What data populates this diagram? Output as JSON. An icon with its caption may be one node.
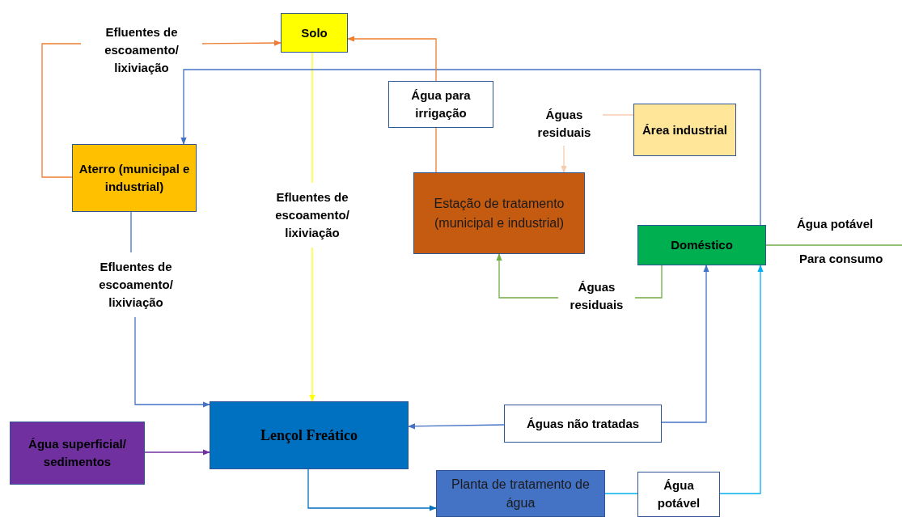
{
  "diagram": {
    "nodes": [
      {
        "text": [
          "Solo"
        ]
      },
      {
        "text": [
          "Efluentes de escoamento/ lixiviação"
        ]
      },
      {
        "text": [
          "Aterro (municipal e industrial)"
        ]
      },
      {
        "text": [
          "Água para irrigação"
        ]
      },
      {
        "text": [
          "Águas residuais"
        ]
      },
      {
        "text": [
          "Área industrial"
        ]
      },
      {
        "text": [
          "Estação de tratamento (municipal e industrial)"
        ]
      },
      {
        "text": [
          "Efluentes de escoamento/ lixiviação"
        ]
      },
      {
        "text": [
          "Doméstico"
        ]
      },
      {
        "text": [
          "Efluentes de escoamento/ lixiviação"
        ]
      },
      {
        "text": [
          "Águas residuais"
        ]
      },
      {
        "text": [
          "Lençol Freático"
        ]
      },
      {
        "text": [
          "Água superficial/ sedimentos"
        ]
      },
      {
        "text": [
          "Águas não tratadas"
        ]
      },
      {
        "text": [
          "Planta de tratamento de água"
        ]
      },
      {
        "text": [
          "Água potável"
        ]
      }
    ],
    "edges": [
      {
        "from": 2,
        "to": 1,
        "arrow": "none",
        "color": "#ed7d31"
      },
      {
        "from": 1,
        "to": 0,
        "arrow": "to",
        "color": "#ed7d31"
      },
      {
        "from": 0,
        "to": 7,
        "arrow": "none",
        "color": "#ffff00"
      },
      {
        "from": 7,
        "to": 11,
        "arrow": "to",
        "color": "#ffff00"
      },
      {
        "from": 8,
        "to": 2,
        "arrow": "to"
      },
      {
        "from": 2,
        "to": 9,
        "arrow": "none"
      },
      {
        "from": 9,
        "to": 11,
        "arrow": "to"
      },
      {
        "from": 6,
        "to": 3,
        "arrow": "none",
        "color": "#ed7d31"
      },
      {
        "from": 3,
        "to": 0,
        "arrow": "to",
        "color": "#ed7d31"
      },
      {
        "from": 5,
        "to": 4,
        "arrow": "none",
        "color": "#f8cbad"
      },
      {
        "from": 4,
        "to": 6,
        "arrow": "to",
        "color": "#f8cbad"
      },
      {
        "from": 8,
        "to": 10,
        "arrow": "none",
        "color": "#70ad47"
      },
      {
        "from": 10,
        "to": 6,
        "arrow": "to",
        "color": "#70ad47"
      },
      {
        "from": 13,
        "to": 8,
        "arrow": "to"
      },
      {
        "from": 13,
        "to": 11,
        "arrow": "to"
      },
      {
        "from": 11,
        "to": 14,
        "arrow": "to",
        "color": "#0070c0"
      },
      {
        "from": 12,
        "to": 11,
        "arrow": "to",
        "color": "#7030a0"
      },
      {
        "from": 14,
        "to": 15,
        "arrow": "none",
        "color": "#00b0f0"
      },
      {
        "from": 15,
        "to": 8,
        "arrow": "to",
        "color": "#00b0f0"
      },
      {
        "from": 8,
        "to": null,
        "arrow": "none",
        "color": "#70ad47"
      }
    ],
    "labels": [
      "Água potável",
      "Para consumo"
    ]
  }
}
